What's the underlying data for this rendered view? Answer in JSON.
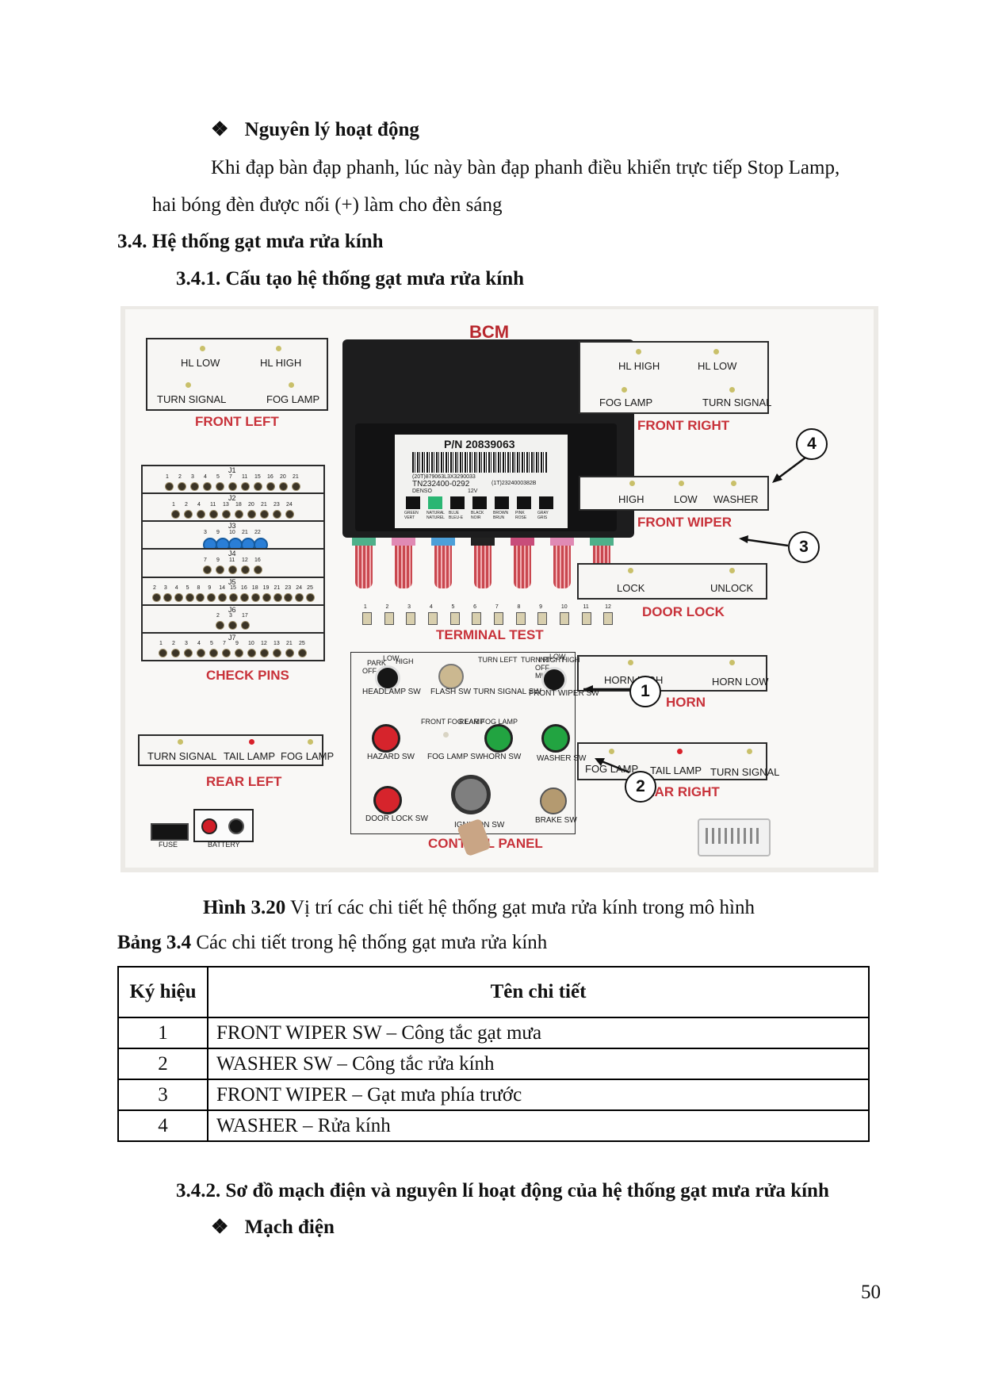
{
  "heading_principle": {
    "bullet": "❖",
    "text": "Nguyên lý hoạt động"
  },
  "para_line1": "Khi đạp bàn đạp phanh, lúc này bàn đạp phanh điều khiển trực tiếp Stop Lamp,",
  "para_line2": "hai bóng đèn được nối (+) làm cho đèn sáng",
  "section_34": "3.4.  Hệ thống gạt mưa rửa kính",
  "section_341": "3.4.1. Cấu tạo hệ thống gạt mưa rửa kính",
  "figure": {
    "caption_label": "Hình 3.20",
    "caption_text": " Vị trí các chi tiết hệ thống gạt mưa rửa kính trong mô hình",
    "bcm": "BCM",
    "part_number": "P/N 20839063",
    "barcode_line1": "(20T)879063L3X3290033",
    "barcode_line2": "TN232400-0292",
    "barcode_brand": "DENSO",
    "barcode_volt": "12V",
    "barcode_code": "(1T)2324000382B",
    "color_labels": [
      "GREEN VERT",
      "NATURAL NATUREL",
      "BLUE BLEU-E",
      "BLACK NOIR",
      "BROWN BRUN",
      "PINK ROSE",
      "GRAY GRIS"
    ],
    "front_left": {
      "title": "FRONT LEFT",
      "items": [
        "HL LOW",
        "HL HIGH",
        "TURN SIGNAL",
        "FOG LAMP"
      ]
    },
    "front_right": {
      "title": "FRONT RIGHT",
      "items": [
        "HL HIGH",
        "HL LOW",
        "FOG LAMP",
        "TURN SIGNAL"
      ]
    },
    "front_wiper": {
      "title": "FRONT WIPER",
      "items": [
        "HIGH",
        "LOW",
        "WASHER"
      ]
    },
    "door_lock": {
      "title": "DOOR LOCK",
      "items": [
        "LOCK",
        "UNLOCK"
      ]
    },
    "horn": {
      "title": "HORN",
      "items": [
        "HORN HIGH",
        "HORN LOW"
      ]
    },
    "rear_right": {
      "title": "REAR RIGHT",
      "items": [
        "FOG LAMP",
        "TAIL LAMP",
        "TURN SIGNAL"
      ]
    },
    "rear_left": {
      "title": "REAR LEFT",
      "items": [
        "TURN SIGNAL",
        "TAIL LAMP",
        "FOG LAMP"
      ]
    },
    "check_pins": {
      "title": "CHECK PINS",
      "rows": [
        {
          "name": "J1",
          "pins": "1 2 3 4 5 7 11 15 16 20 21"
        },
        {
          "name": "J2",
          "pins": "1 2 4 11 13 18 20 21 23 24"
        },
        {
          "name": "J3",
          "pins": "3 9 10 21 22"
        },
        {
          "name": "J4",
          "pins": "7 9 11 12 16"
        },
        {
          "name": "J5",
          "pins": "2 3 4 5 8 9 14 15 16 18 19 21 23 24 25"
        },
        {
          "name": "J6",
          "pins": "2 3 17"
        },
        {
          "name": "J7",
          "pins": "1 2 3 4 5 7 9 10 12 13 21 25"
        }
      ]
    },
    "terminal_test": {
      "title": "TERMINAL TEST",
      "numbers": [
        "1",
        "2",
        "3",
        "4",
        "5",
        "6",
        "7",
        "8",
        "9",
        "10",
        "11",
        "12"
      ]
    },
    "control_panel": {
      "title": "CONTROL PANEL",
      "switches": [
        "HEADLAMP SW",
        "FLASH SW",
        "TURN SIGNAL SW",
        "FRONT WIPER SW",
        "HAZARD SW",
        "FOG LAMP SW",
        "HORN SW",
        "WASHER SW",
        "DOOR LOCK SW",
        "IGNITION SW",
        "BRAKE SW"
      ],
      "small": [
        "PARK",
        "LOW",
        "HIGH",
        "OFF",
        "TURN LEFT",
        "TURN RIGHT",
        "INT",
        "OFF",
        "MIST",
        "LOW",
        "HIGH",
        "FRONT FOG LAMP",
        "REAR FOG LAMP"
      ]
    },
    "fuse": "FUSE",
    "battery": "BATTERY",
    "callouts": [
      "1",
      "2",
      "3",
      "4"
    ]
  },
  "table": {
    "caption_label": "Bảng 3.4",
    "caption_text": " Các chi tiết trong hệ thống gạt mưa rửa kính",
    "headers": [
      "Ký hiệu",
      "Tên chi tiết"
    ],
    "rows": [
      [
        "1",
        "FRONT WIPER SW – Công tắc gạt mưa"
      ],
      [
        "2",
        "WASHER SW – Công tắc rửa kính"
      ],
      [
        "3",
        "FRONT WIPER – Gạt mưa phía trước"
      ],
      [
        "4",
        "WASHER – Rửa kính"
      ]
    ]
  },
  "section_342": "3.4.2. Sơ đồ mạch điện và nguyên lí hoạt động của hệ thống gạt mưa rửa kính",
  "heading_circuit": {
    "bullet": "❖",
    "text": "Mạch điện"
  },
  "page_number": "50"
}
